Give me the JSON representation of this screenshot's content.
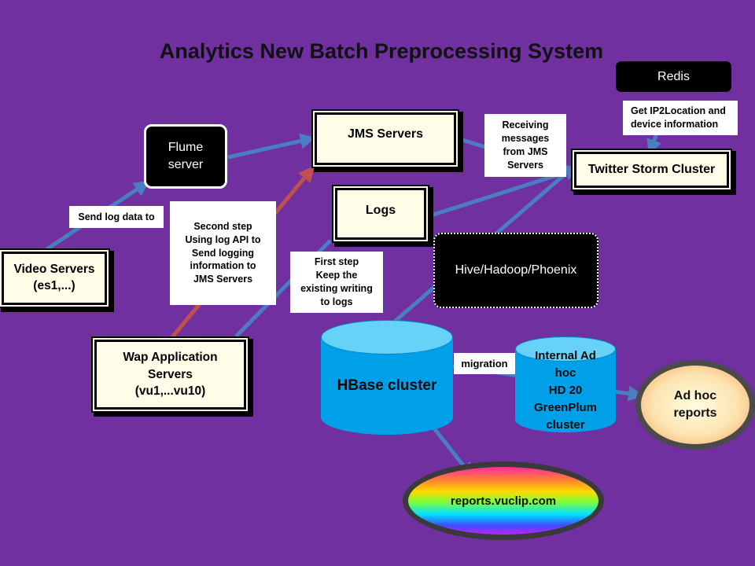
{
  "title": "Analytics New Batch Preprocessing System",
  "nodes": {
    "video_servers": {
      "line1": "Video Servers",
      "line2": "(es1,...)"
    },
    "flume_server": {
      "line1": "Flume",
      "line2": "server"
    },
    "jms_servers": {
      "label": "JMS Servers"
    },
    "logs": {
      "label": "Logs"
    },
    "redis": {
      "label": "Redis"
    },
    "twitter_storm": {
      "label": "Twitter Storm Cluster"
    },
    "wap_app": {
      "line1": "Wap Application",
      "line2": "Servers",
      "line3": "(vu1,...vu10)"
    },
    "hive": {
      "label": "Hive/Hadoop/Phoenix"
    },
    "hbase": {
      "label": "HBase cluster"
    },
    "internal_adhoc": {
      "line1": "Internal Ad",
      "line2": "hoc",
      "line3": "HD 20",
      "line4": "GreenPlum",
      "line5": "cluster"
    },
    "adhoc_reports": {
      "line1": "Ad  hoc",
      "line2": "reports"
    },
    "reports_vuclip": {
      "label": "reports.vuclip.com"
    }
  },
  "notes": {
    "send_log": "Send log data to",
    "second_step": [
      "Second step",
      "Using log API to",
      "Send logging",
      "information to",
      "JMS  Servers"
    ],
    "first_step": [
      "First step",
      "Keep the",
      "existing writing",
      "to logs"
    ],
    "receiving": [
      "Receiving",
      "messages",
      "from JMS",
      "Servers"
    ],
    "ip2location": [
      "Get IP2Location and",
      "device information"
    ],
    "migration": "migration"
  },
  "colors": {
    "background": "#7030a0",
    "arrow_blue": "#4a7ebf",
    "arrow_red": "#c0504d",
    "cylinder": "#00a0e8"
  }
}
